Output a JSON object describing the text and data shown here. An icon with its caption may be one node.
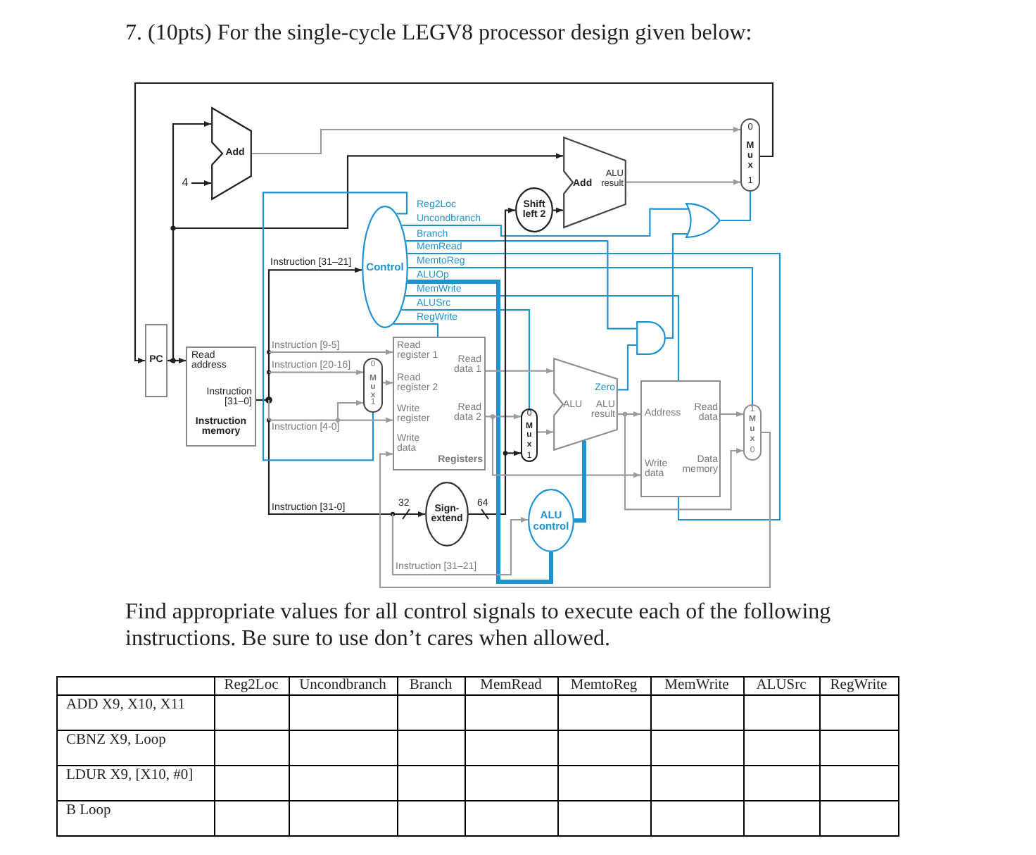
{
  "diagram": {
    "title": "7. (10pts) For the single-cycle LEGV8 processor design given below:",
    "nodes": [
      {
        "text": [
          "Add"
        ]
      },
      {
        "text": [
          "4"
        ]
      },
      {
        "text": [
          "0",
          "M u x",
          "1"
        ]
      },
      {
        "text": [
          "Shift left 2"
        ]
      },
      {
        "text": [
          "Add",
          "ALU result"
        ]
      },
      {
        "text": [
          "Control"
        ]
      },
      {
        "text": [],
        "shape": "gate"
      },
      {
        "text": [
          "PC"
        ]
      },
      {
        "text": [
          "Read address",
          "Instruction [31–0]",
          "Instruction memory"
        ]
      },
      {
        "text": [
          "0",
          "M u x",
          "1"
        ]
      },
      {
        "text": [
          "Read register 1",
          "Read data 1",
          "Read register 2",
          "Write register",
          "Read data 2",
          "Write data",
          "Registers"
        ]
      },
      {
        "text": [],
        "shape": "gate"
      },
      {
        "text": [
          "0",
          "M u x",
          "1"
        ]
      },
      {
        "text": [
          "ALU",
          "Zero",
          "ALU result"
        ]
      },
      {
        "text": [
          "Address",
          "Read data",
          "Write data",
          "Data memory"
        ]
      },
      {
        "text": [
          "1",
          "M u x",
          "0"
        ]
      },
      {
        "text": [
          "Sign- extend"
        ]
      },
      {
        "text": [
          "ALU control"
        ]
      }
    ],
    "edges": [
      {
        "from": 7,
        "to": 8,
        "arrow": "both",
        "color": "#231f20"
      },
      {
        "from": 7,
        "to": 0,
        "arrow": "to",
        "color": "#231f20"
      },
      {
        "from": 1,
        "to": 0,
        "arrow": "to",
        "color": "#231f20"
      },
      {
        "from": 7,
        "to": 4,
        "arrow": "to",
        "color": "#231f20"
      },
      {
        "from": 0,
        "to": 2,
        "arrow": "to"
      },
      {
        "from": 2,
        "to": 7,
        "arrow": "to",
        "color": "#231f20"
      },
      {
        "from": 8,
        "to": 5,
        "arrow": "to",
        "label": "Instruction [31–21]",
        "color": "#231f20"
      },
      {
        "from": 5,
        "to": 9,
        "arrow": "none",
        "label": "Reg2Loc",
        "color": "#1f93d1"
      },
      {
        "from": 5,
        "to": 6,
        "arrow": "none",
        "label": "Uncondbranch",
        "color": "#1f93d1"
      },
      {
        "from": 5,
        "to": 11,
        "arrow": "none",
        "label": "Branch",
        "color": "#1f93d1"
      },
      {
        "from": 5,
        "to": 14,
        "arrow": "none",
        "label": "MemRead",
        "color": "#1f93d1"
      },
      {
        "from": 5,
        "to": 15,
        "arrow": "none",
        "label": "MemtoReg",
        "color": "#1f93d1"
      },
      {
        "from": 5,
        "to": 17,
        "arrow": "none",
        "label": "ALUOp",
        "style": "thick",
        "color": "#1f93d1"
      },
      {
        "from": 5,
        "to": 14,
        "arrow": "none",
        "label": "MemWrite",
        "color": "#1f93d1"
      },
      {
        "from": 5,
        "to": 12,
        "arrow": "none",
        "label": "ALUSrc",
        "color": "#1f93d1"
      },
      {
        "from": 5,
        "to": 10,
        "arrow": "none",
        "label": "RegWrite",
        "color": "#1f93d1"
      },
      {
        "from": 8,
        "to": 10,
        "arrow": "to",
        "label": "Instruction [9-5]"
      },
      {
        "from": 8,
        "to": 9,
        "arrow": "to",
        "label": "Instruction [20-16]"
      },
      {
        "from": 8,
        "to": 10,
        "arrow": "to",
        "label": "Instruction [4-0]"
      },
      {
        "from": 8,
        "to": 9,
        "arrow": "to"
      },
      {
        "from": 8,
        "to": 16,
        "arrow": "to",
        "label": "Instruction [31-0]",
        "color": "#231f20"
      },
      {
        "from": 8,
        "to": 17,
        "arrow": "to",
        "label": "Instruction [31–21]"
      },
      {
        "from": 9,
        "to": 10,
        "arrow": "to"
      },
      {
        "from": 10,
        "to": 13,
        "arrow": "to"
      },
      {
        "from": 10,
        "to": 12,
        "arrow": "to"
      },
      {
        "from": 10,
        "to": 14,
        "arrow": "to"
      },
      {
        "from": 16,
        "to": 3,
        "arrow": "to",
        "color": "#231f20"
      },
      {
        "from": 16,
        "to": 12,
        "arrow": "to",
        "color": "#231f20"
      },
      {
        "from": 3,
        "to": 4,
        "arrow": "to",
        "color": "#231f20"
      },
      {
        "from": 4,
        "to": 2,
        "arrow": "to"
      },
      {
        "from": 6,
        "to": 2,
        "arrow": "none",
        "color": "#1f93d1"
      },
      {
        "from": 11,
        "to": 6,
        "arrow": "none",
        "color": "#1f93d1"
      },
      {
        "from": 13,
        "to": 11,
        "arrow": "none",
        "color": "#1f93d1"
      },
      {
        "from": 12,
        "to": 13,
        "arrow": "to"
      },
      {
        "from": 17,
        "to": 13,
        "arrow": "none",
        "style": "thick",
        "color": "#1f93d1"
      },
      {
        "from": 13,
        "to": 14,
        "arrow": "to"
      },
      {
        "from": 13,
        "to": 15,
        "arrow": "to"
      },
      {
        "from": 14,
        "to": 15,
        "arrow": "to"
      },
      {
        "from": 15,
        "to": 10,
        "arrow": "to"
      }
    ],
    "labels": [
      "32",
      "64",
      "Find appropriate values for all control signals to execute each of the following instructions. Be sure to use don’t cares when allowed.",
      "Reg2Loc",
      "Uncondbranch",
      "Branch",
      "MemRead",
      "MemtoReg",
      "MemWrite",
      "ALUSrc",
      "RegWrite",
      "ADD X9, X10, X11",
      "CBNZ X9, Loop",
      "LDUR X9, [X10, #0]",
      "B Loop"
    ]
  }
}
